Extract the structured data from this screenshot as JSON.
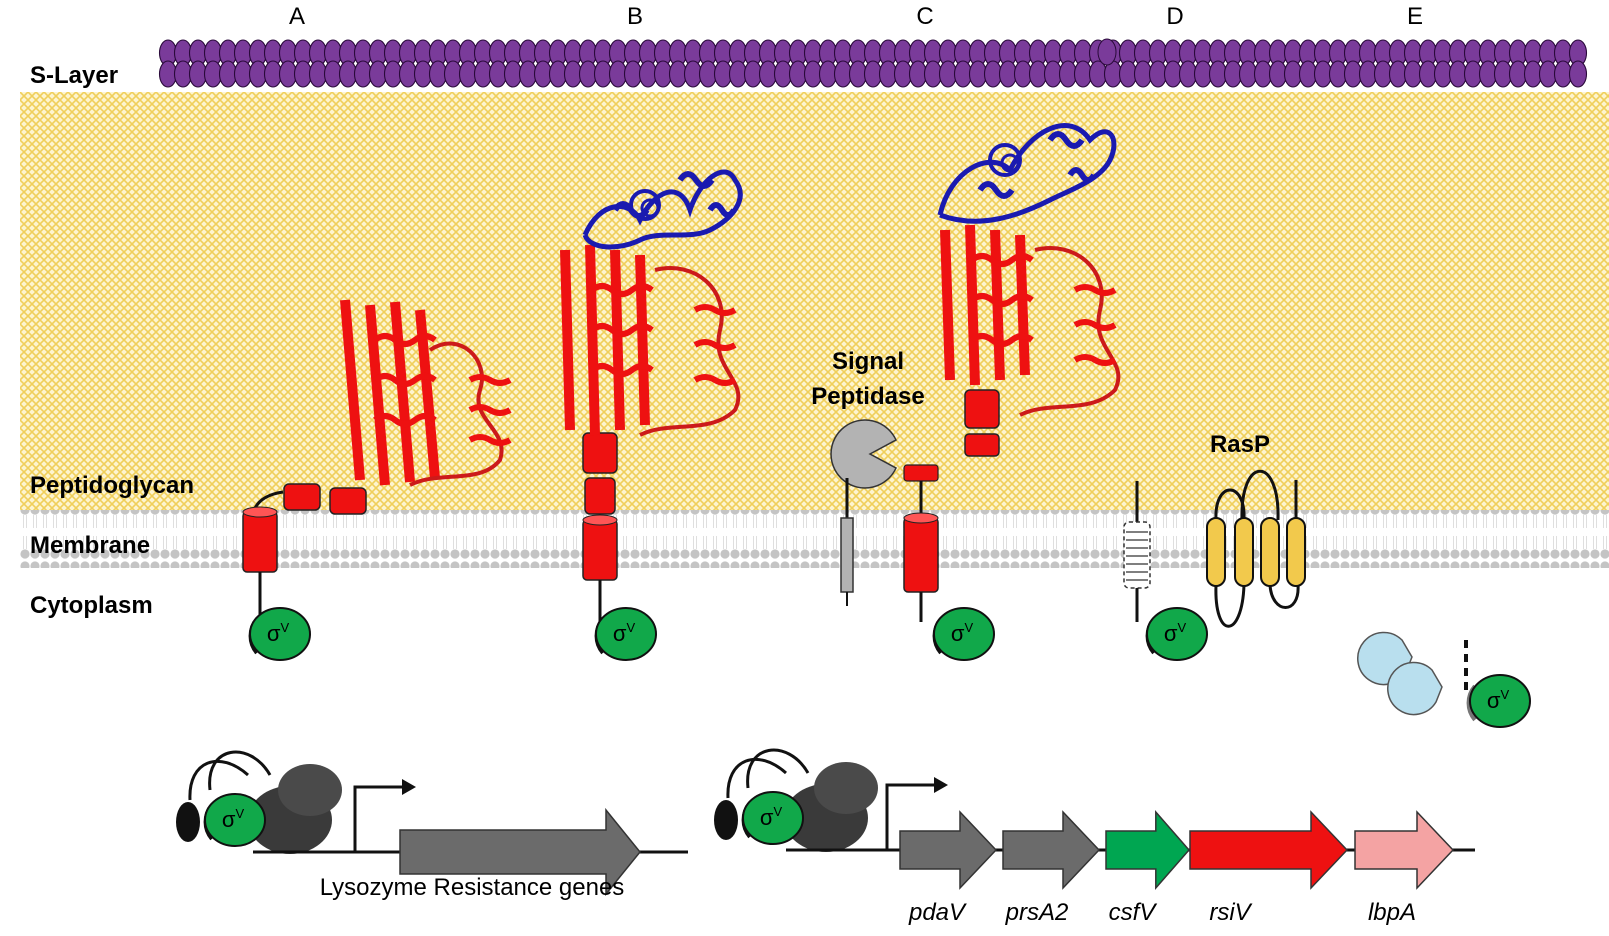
{
  "columns": [
    "A",
    "B",
    "C",
    "D",
    "E"
  ],
  "layers": {
    "s_layer": "S-Layer",
    "peptidoglycan": "Peptidoglycan",
    "membrane": "Membrane",
    "cytoplasm": "Cytoplasm"
  },
  "proteins": {
    "signal_peptidase_line1": "Signal",
    "signal_peptidase_line2": "Peptidase",
    "rasp": "RasP"
  },
  "sigma": {
    "symbol": "σ",
    "superscript": "V"
  },
  "operons": {
    "left_label": "Lysozyme Resistance genes",
    "right_genes": [
      {
        "name": "pdaV",
        "color": "#6b6b6b"
      },
      {
        "name": "prsA2",
        "color": "#6b6b6b"
      },
      {
        "name": "csfV",
        "color": "#00a651"
      },
      {
        "name": "rsiV",
        "color": "#ee1111"
      },
      {
        "name": "lbpA",
        "color": "#f4a3a3"
      }
    ]
  },
  "colors": {
    "s_layer": "#7a3b9a",
    "peptidoglycan": "#f6dc7a",
    "membrane": "#bdbdbd",
    "rsiV_red": "#ee1111",
    "extracellular_blue": "#1a1ab0",
    "sigma_green": "#11a84a",
    "rasp_yellow": "#f2c94c",
    "protease_lightblue": "#b9dfee",
    "gene_gray": "#6b6b6b"
  }
}
